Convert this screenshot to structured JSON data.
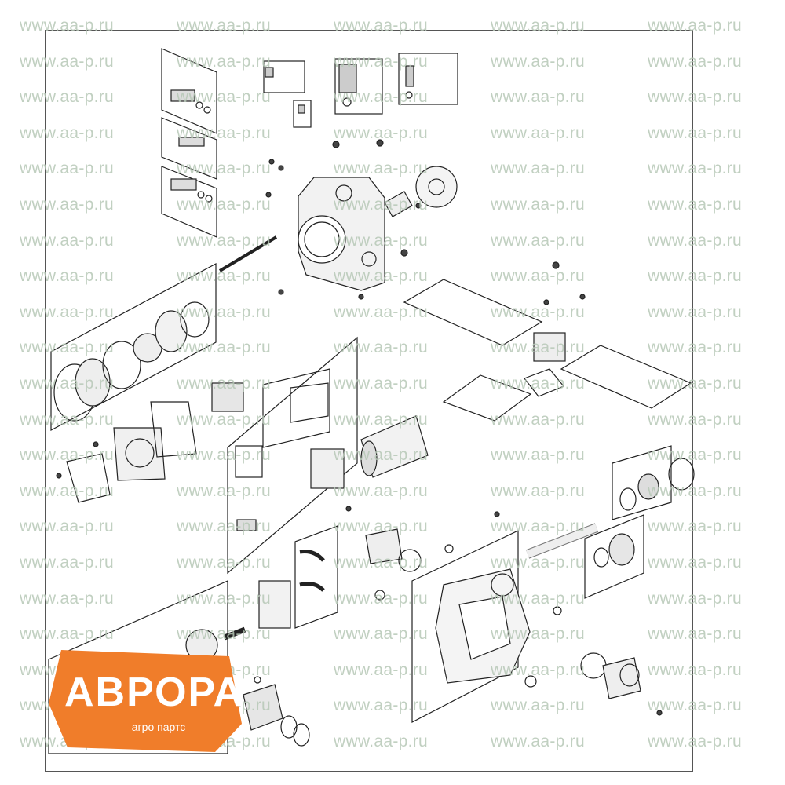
{
  "watermark": {
    "text": "www.aa-p.ru"
  },
  "logo": {
    "title": "АВРОРА",
    "subtitle": "агро партс",
    "brand_color": "#f07d2a",
    "text_color": "#ffffff"
  },
  "diagram": {
    "description_icon": "exploded-hydraulic-pump-icon",
    "line_color": "#222222"
  }
}
